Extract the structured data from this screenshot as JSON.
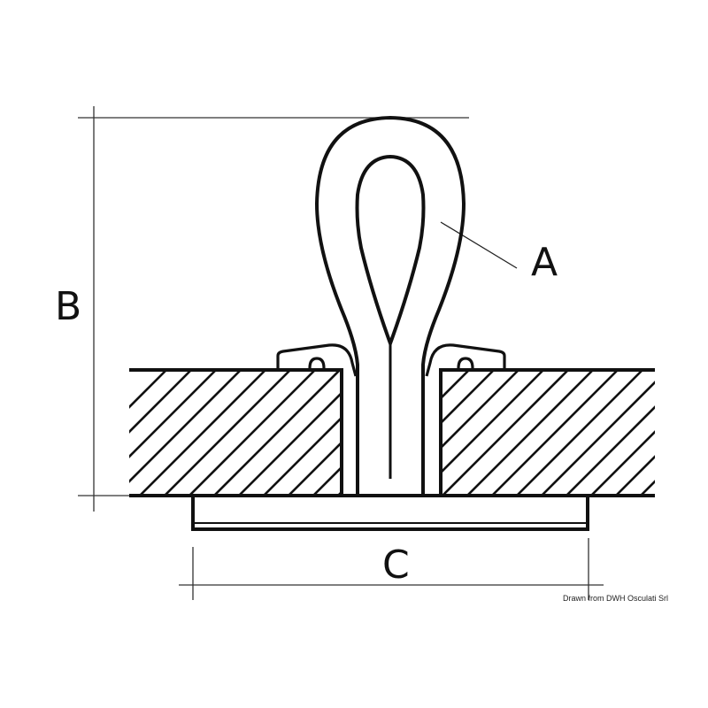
{
  "diagram": {
    "type": "technical-drawing",
    "subject": "flush deck eye / lifting ring recessed in panel",
    "labels": {
      "a": "A",
      "b": "B",
      "c": "C"
    },
    "label_meanings": {
      "a": "loop / eye",
      "b": "overall height",
      "c": "base plate width"
    },
    "credit": "Drawn from DWH Osculati Srl",
    "colors": {
      "line": "#111111",
      "dimension_line": "#333333",
      "background": "#ffffff"
    }
  }
}
